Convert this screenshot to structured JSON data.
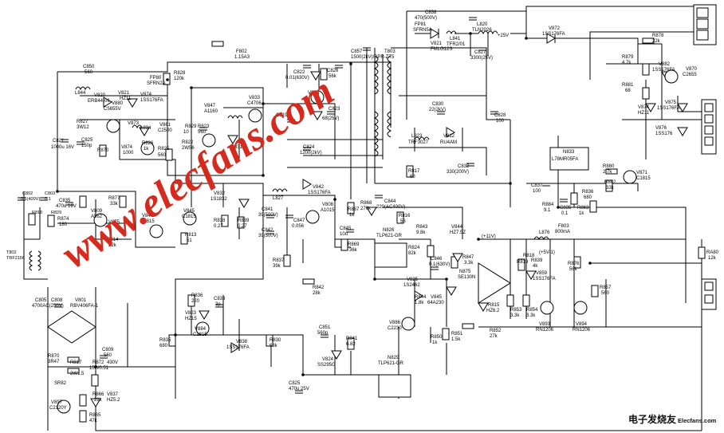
{
  "watermark": {
    "text": "www.elecfans.com",
    "color": "#d42b1e"
  },
  "logo": {
    "main": "电子发烧友",
    "sub": "Elecfans.com"
  },
  "labels": {
    "c838": "C838",
    "c838v": "470(500V)",
    "fp81": "FP81",
    "sfrn5a": "SFRN5A",
    "v821": "V821",
    "fml": "FMLG12S",
    "l841": "L841",
    "tfr": "TFR2/01",
    "l820": "L820",
    "tln": "TLN2026",
    "p25v": "+25V",
    "c827": "C827",
    "c827v": "3300(25V)",
    "v872": "V872",
    "v872t": "1SS176FA",
    "r878": "R878",
    "r878v": "22k",
    "r879": "R879",
    "r879v": "4.7k",
    "v882": "V882",
    "v882t": "1SS176FA",
    "v870": "V870",
    "v870t": "C2655",
    "r881": "R881",
    "r881v": "68",
    "v874": "V874",
    "v874t": "HZ11",
    "v875": "V875",
    "v875t": "1SS176FA",
    "v876": "V876",
    "v876t": "1SS176",
    "f802": "F802",
    "f802v": "1.15A3",
    "c857": "C857",
    "t803": "T803",
    "t803v": "1500(2kV)/BPR-ZT5",
    "r828": "R828",
    "r828v": "120k",
    "fp80": "FP80",
    "fp80t": "SFRN2A",
    "c850": "C850",
    "c850v": "560",
    "l844": "L844",
    "v820": "V820",
    "err": "ERB44-06",
    "v821b": "V821",
    "hz11": "HZ11",
    "v874b": "V874",
    "ss176": "1SS176FA",
    "v880": "V880",
    "c5655": "C5655V",
    "c822": "C822",
    "c822v": "0.01(630V)",
    "c826": "C826",
    "c826v": "56k",
    "v833": "V833",
    "v833t": "C4706",
    "v847": "V847",
    "v847t": "A1160",
    "v822": "V822",
    "c823": "C823",
    "c823v": "68(25V)",
    "c819": "C819",
    "c830": "C830",
    "c830v": "22(2kV)",
    "l823": "L823",
    "l823v": "TRF3027",
    "v812": "V812",
    "v812t": "RU4AM",
    "c828": "C828",
    "c828v": "100",
    "c821": "C821",
    "c821v": "1000u 16V",
    "r827": "R827",
    "r827v": "3W12",
    "c825": "C825",
    "c825v": "150p",
    "v873": "V873",
    "l834": "L834",
    "v861": "V861",
    "c2500": "C2500",
    "r829": "R829",
    "r829v": "10",
    "r823": "R823",
    "r823v": "560",
    "r822": "R822",
    "r822v": "2W56",
    "v874c": "V874",
    "c1000": "1000",
    "r826": "R826",
    "r826v": "1k",
    "r825": "R825",
    "r825v": "560",
    "r870": "R870",
    "v831": "V831",
    "c824": "C824",
    "c824v": "1200(2kV)",
    "r817": "R817",
    "r817v": "68",
    "c832": "C832",
    "c832v": "330(200V)",
    "n833": "N833",
    "n833t": "L78MR05FA",
    "r880": "R880",
    "r880v": "2.7k",
    "v871": "V871",
    "v871t": "C1815",
    "r882": "R882",
    "r882v": "33k",
    "c837": "C837",
    "c837v": "100",
    "r884": "R884",
    "r884v": "9.1",
    "c835": "C835",
    "c835v": "0.1",
    "r836": "R836",
    "r836v": "680",
    "r863": "R863",
    "r863v": "1k",
    "c835b": "C835",
    "c835bv": "470u 16V",
    "r874": "R874",
    "r874v": "180",
    "v809": "V809",
    "a562": "A562",
    "r877": "R877",
    "r877v": "33k",
    "v875b": "V875",
    "r814": "R814",
    "r814v": "22k",
    "v845": "V845",
    "v845t": "C1815",
    "v832": "V832",
    "v832t": "1S1832",
    "r838": "R838",
    "r838v": "0.27",
    "r839": "R839",
    "r839v": "0.27",
    "l827": "L827",
    "c841": "C841",
    "c841v": "39(500V)",
    "c842": "C842",
    "c842v": "39(500V)",
    "c847": "C847",
    "c847v": "0.056",
    "v842": "V842",
    "v842t": "1SS176FA",
    "v808": "V808",
    "v808t": "A1015",
    "r867": "R867",
    "r867v": "1k",
    "r868": "R868",
    "r868v": "270k",
    "c845": "C845",
    "c845v": "10u",
    "r869": "R869",
    "r869v": "36k",
    "v840": "V840",
    "v840t": "C1815",
    "r813": "R813",
    "r813v": "51",
    "c844": "C844",
    "c844v": "220(AC400V)",
    "r816": "R816",
    "r816v": "56",
    "n826": "N826",
    "n826t": "TLP621-GR",
    "r843": "R843",
    "r843v": "9.8k",
    "v844": "V844",
    "v844t": "HZ7.5Z",
    "p11v": "(+11V)",
    "l876": "L876",
    "f803": "F803",
    "f803v": "800mA",
    "p5v": "(+5V-1)",
    "r824": "R824",
    "r824v": "82k",
    "c846": "C846",
    "c846v": "0.1(630V)",
    "r847": "R847",
    "r847v": "3.3k",
    "n875": "N875",
    "n875t": "SE130N",
    "r819": "R819",
    "r818": "R818",
    "r839b": "R839",
    "r839bv": "4k",
    "v859": "V859",
    "v859t": "1SS176FA",
    "r876": "R876",
    "r876v": "56k",
    "r880b": "RA80",
    "r880bv": "12k",
    "v825": "V825",
    "v825t": "1S2462",
    "r844": "R844",
    "r844v": "1.8k",
    "v845b": "V845",
    "v845bt": "64A230",
    "r815": "R815",
    "r815v": "HZ6.2",
    "r853": "R853",
    "r853v": "3.3k",
    "r854": "R854",
    "r854v": "3.3k",
    "v893": "V893",
    "v893t": "RN1206",
    "v894": "V894",
    "v894t": "RN1206",
    "r857": "R857",
    "r857v": "560",
    "r852": "R852",
    "r852v": "27k",
    "r851": "R851",
    "r851v": "1.5k",
    "r850": "R850",
    "r850v": "1k",
    "v886": "V886",
    "v886t": "C2230",
    "r837": "R837",
    "r837v": "39k",
    "r842": "R842",
    "r842v": "28k",
    "r836b": "R836",
    "r836bv": "220",
    "c833": "C833",
    "c833v": "3p",
    "v823": "V823",
    "v823t": "HZ15",
    "v884": "V884",
    "v884t": "C1815",
    "v838": "V838",
    "v838t": "1SS176FA",
    "r830": "R830",
    "r830v": "68k",
    "r835": "R835",
    "r835v": "680",
    "c851": "C851",
    "c851v": "560p",
    "v824": "V824",
    "v824t": "SS295G",
    "r841": "R841",
    "r841v": "6.82",
    "n829": "N829",
    "n829t": "TLP621-GR",
    "c825b": "C825",
    "c825bv": "470u 25V",
    "t802": "T802",
    "t802v": "TRF2156",
    "c802": "C802",
    "c802v": "0.1(400V)",
    "c803": "C803",
    "c803v": "0.1",
    "r810": "R810",
    "r829b": "R829",
    "c805": "C805",
    "c808": "C808",
    "c808v": "4700AC(250V)",
    "v801": "V801",
    "v801t": "RBV406FA-1",
    "r870b": "R870",
    "r870bv": "3R47",
    "r817b": "R817",
    "r817bv": "2W1.5",
    "c809": "C809",
    "c809v": "560",
    "r872": "R872",
    "r872v": "15W0.51",
    "c809b": "430V",
    "sr82": "SR82",
    "v897": "V897",
    "v897t": "C2120Y",
    "r866": "R866",
    "r866v": "22k",
    "v837": "V837",
    "v837t": "HZ5.2",
    "r865": "R865",
    "r865v": "47k"
  }
}
